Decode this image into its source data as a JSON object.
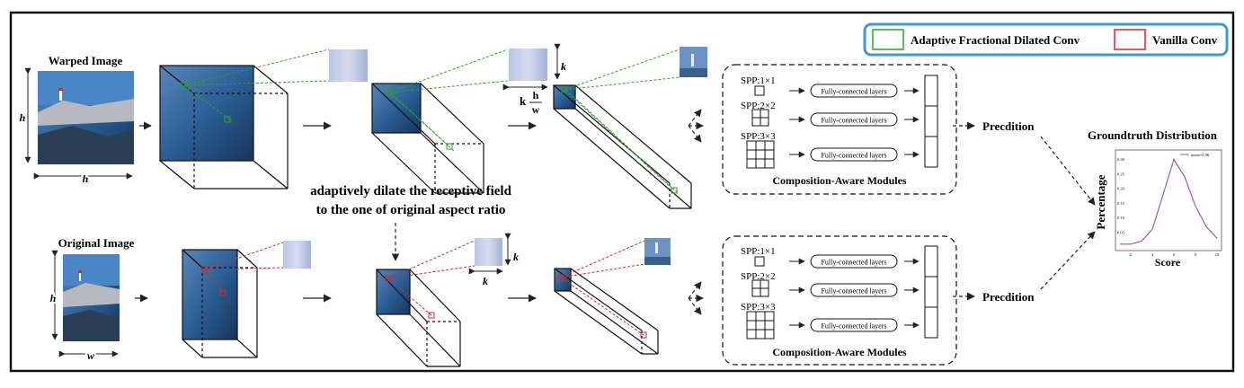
{
  "legend": {
    "green_label": "Adaptive Fractional Dilated Conv",
    "red_label": "Vanilla Conv",
    "green_color": "#2ca02c",
    "red_color": "#d62728",
    "border_color": "#3a9ad9"
  },
  "top": {
    "title": "Warped Image",
    "dim_h_left": "h",
    "dim_h_bottom": "h",
    "kernel_top": "k",
    "kernel_bottom_prefix": "k",
    "frac_num": "h",
    "frac_den": "w",
    "output": "Precdition"
  },
  "bottom": {
    "title": "Original Image",
    "dim_h_left": "h",
    "dim_w_bottom": "w",
    "kernel_top": "k",
    "kernel_bottom": "k",
    "output": "Precdition"
  },
  "annotation": {
    "line1": "adaptively dilate the receptive field",
    "line2": "to the one of original aspect ratio"
  },
  "module": {
    "spp1": "SPP:1×1",
    "spp2": "SPP:2×2",
    "spp3": "SPP:3×3",
    "fc_label": "Fully-connected layers",
    "title": "Composition-Aware Modules"
  },
  "groundtruth": {
    "title": "Groundtruth Distribution",
    "xlabel": "Score",
    "ylabel": "Percentage",
    "legend": "mean=5.96"
  },
  "chart_data": {
    "type": "line",
    "x": [
      1,
      2,
      3,
      4,
      5,
      6,
      7,
      8,
      9,
      10
    ],
    "series": [
      {
        "values": [
          0.01,
          0.01,
          0.02,
          0.06,
          0.18,
          0.3,
          0.24,
          0.14,
          0.07,
          0.03
        ]
      }
    ],
    "xticks": [
      "2",
      "4",
      "6",
      "8",
      "10"
    ],
    "yticks": [
      "0.05",
      "0.10",
      "0.15",
      "0.20",
      "0.25",
      "0.30"
    ],
    "ylim": [
      0,
      0.32
    ],
    "xlim": [
      1,
      10
    ],
    "color": "#9b59b6"
  }
}
